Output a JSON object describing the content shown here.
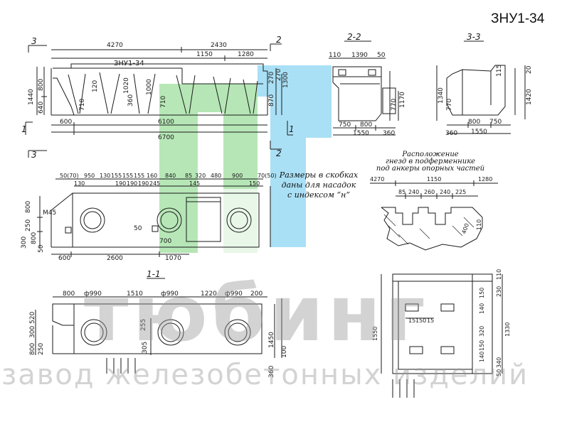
{
  "sheet": {
    "code": "ЗНУ1-34",
    "note_lines": [
      "Размеры в скобках",
      "даны для насадок",
      "с индексом “н”"
    ],
    "placement_title": [
      "Расположение",
      "гнезд в подферменнике",
      "под анкеры опорных частей"
    ],
    "watermark_main": "тюбинг",
    "watermark_sub": "завод железобетонных изделий"
  },
  "sections": {
    "s1": "1-1",
    "s2": "2-2",
    "s3": "3-3"
  },
  "cut_marks": {
    "m1": "1",
    "m2": "2",
    "m3": "3"
  },
  "labels": {
    "element": "ЗНУ1-34",
    "anchor": "М45"
  },
  "dims": {
    "elev_total": "4270",
    "elev_right": "2430",
    "elev_r1": "1150",
    "elev_r2": "1280",
    "elev_left_h": "1440",
    "elev_left_a": "640",
    "elev_left_b": "800",
    "elev_bottom_a": "600",
    "elev_bottom_b": "6100",
    "elev_bottom_c": "6700",
    "elev_in_a": "710",
    "elev_in_b": "120",
    "elev_in_c": "1020",
    "elev_in_d": "360",
    "elev_in_e": "1000",
    "elev_in_f": "710",
    "elev_right_a": "270",
    "elev_right_b": "270",
    "elev_right_c": "870",
    "elev_right_d": "1300",
    "s22_a": "110",
    "s22_b": "1390",
    "s22_c": "50",
    "s22_d": "750",
    "s22_e": "800",
    "s22_f": "1550",
    "s22_g": "360",
    "s22_h": "770",
    "s22_i": "1170",
    "s33_a": "1340",
    "s33_b": "770",
    "s33_c": "800",
    "s33_d": "750",
    "s33_e": "1550",
    "s33_f": "360",
    "s33_g": "1420",
    "s33_h": "20",
    "s33_i": "115",
    "plan_top_1": "50(70)",
    "plan_top_2": "950",
    "plan_top_3": "130",
    "plan_top_4": "155",
    "plan_top_5": "155",
    "plan_top_6": "155",
    "plan_top_7": "160",
    "plan_top_8": "840",
    "plan_top_9": "85",
    "plan_top_10": "320",
    "plan_top_11": "480",
    "plan_top_12": "900",
    "plan_top_13": "70(50)",
    "plan_sub_1": "130",
    "plan_sub_2": "190",
    "plan_sub_3": "190",
    "plan_sub_4": "190",
    "plan_sub_5": "245",
    "plan_sub_6": "145",
    "plan_sub_7": "150",
    "plan_left_1": "800",
    "plan_left_2": "250",
    "plan_left_3": "800",
    "plan_left_4": "300",
    "plan_left_5": "50",
    "plan_bottom_1": "600",
    "plan_bottom_2": "2600",
    "plan_bottom_3": "1070",
    "plan_in_1": "50",
    "plan_in_2": "700",
    "s11_1": "800",
    "s11_2": "ф990",
    "s11_3": "1510",
    "s11_4": "ф990",
    "s11_5": "1220",
    "s11_6": "ф990",
    "s11_7": "200",
    "s11_left_1": "520",
    "s11_left_2": "300",
    "s11_left_3": "800",
    "s11_left_4": "250",
    "s11_in_1": "255",
    "s11_in_2": "305",
    "s11_right_1": "1450",
    "s11_right_2": "100",
    "s11_right_3": "360",
    "pl_a": "4270",
    "pl_b": "1150",
    "pl_c": "1280",
    "pl_d": "85",
    "pl_e": "240",
    "pl_f": "260",
    "pl_g": "240",
    "pl_h": "225",
    "pl_i": "400",
    "pl_j": "110",
    "ps_a": "1550",
    "ps_b": "1330",
    "ps_c": "110",
    "ps_d": "230",
    "ps_e": "150",
    "ps_f": "140",
    "ps_g": "320",
    "ps_h": "150",
    "ps_i": "140",
    "ps_j": "340",
    "ps_k": "50",
    "ps_l": "15",
    "ps_m": "150",
    "ps_n": "15"
  },
  "colors": {
    "ink": "#1a1a1a",
    "watermark_green": "#7cd37c",
    "watermark_cyan": "#63c7ee"
  }
}
